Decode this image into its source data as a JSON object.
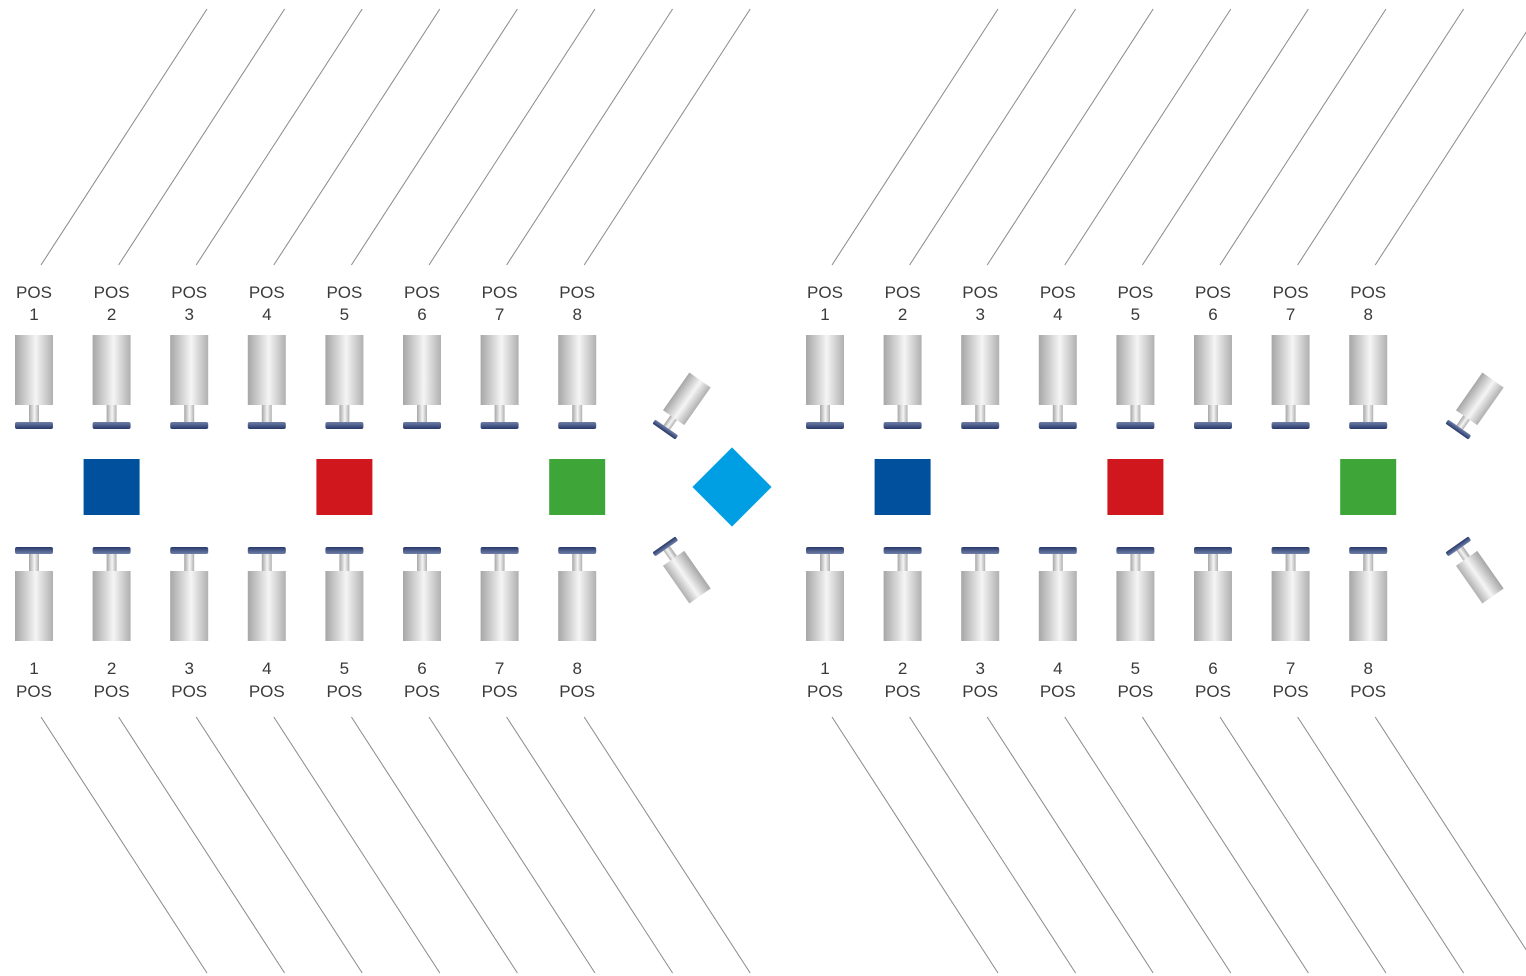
{
  "groups": [
    {
      "id": "left",
      "top_labels": [
        {
          "word": "POS",
          "num": "1"
        },
        {
          "word": "POS",
          "num": "2"
        },
        {
          "word": "POS",
          "num": "3"
        },
        {
          "word": "POS",
          "num": "4"
        },
        {
          "word": "POS",
          "num": "5"
        },
        {
          "word": "POS",
          "num": "6"
        },
        {
          "word": "POS",
          "num": "7"
        },
        {
          "word": "POS",
          "num": "8"
        }
      ],
      "bottom_labels": [
        {
          "num": "1",
          "word": "POS"
        },
        {
          "num": "2",
          "word": "POS"
        },
        {
          "num": "3",
          "word": "POS"
        },
        {
          "num": "4",
          "word": "POS"
        },
        {
          "num": "5",
          "word": "POS"
        },
        {
          "num": "6",
          "word": "POS"
        },
        {
          "num": "7",
          "word": "POS"
        },
        {
          "num": "8",
          "word": "POS"
        }
      ],
      "markers": [
        {
          "name": "blue-square",
          "color": "#00509e"
        },
        {
          "name": "red-square",
          "color": "#d0171e"
        },
        {
          "name": "green-square",
          "color": "#3ea639"
        }
      ]
    },
    {
      "id": "right",
      "top_labels": [
        {
          "word": "POS",
          "num": "1"
        },
        {
          "word": "POS",
          "num": "2"
        },
        {
          "word": "POS",
          "num": "3"
        },
        {
          "word": "POS",
          "num": "4"
        },
        {
          "word": "POS",
          "num": "5"
        },
        {
          "word": "POS",
          "num": "6"
        },
        {
          "word": "POS",
          "num": "7"
        },
        {
          "word": "POS",
          "num": "8"
        }
      ],
      "bottom_labels": [
        {
          "num": "1",
          "word": "POS"
        },
        {
          "num": "2",
          "word": "POS"
        },
        {
          "num": "3",
          "word": "POS"
        },
        {
          "num": "4",
          "word": "POS"
        },
        {
          "num": "5",
          "word": "POS"
        },
        {
          "num": "6",
          "word": "POS"
        },
        {
          "num": "7",
          "word": "POS"
        },
        {
          "num": "8",
          "word": "POS"
        }
      ],
      "markers": [
        {
          "name": "blue-square",
          "color": "#00509e"
        },
        {
          "name": "red-square",
          "color": "#d0171e"
        },
        {
          "name": "green-square",
          "color": "#3ea639"
        }
      ]
    }
  ],
  "center_marker": {
    "name": "cyan-diamond",
    "color": "#009fe3"
  },
  "colors": {
    "line": "#8a8a8a",
    "label_text": "#3a3a3a",
    "cylinder_dark": "#a9a9a9",
    "cylinder_light": "#f4f4f4",
    "plate": "#2f4374"
  },
  "icons": {
    "actuator": "press-cylinder-icon",
    "angled_actuator": "angled-cylinder-icon"
  }
}
